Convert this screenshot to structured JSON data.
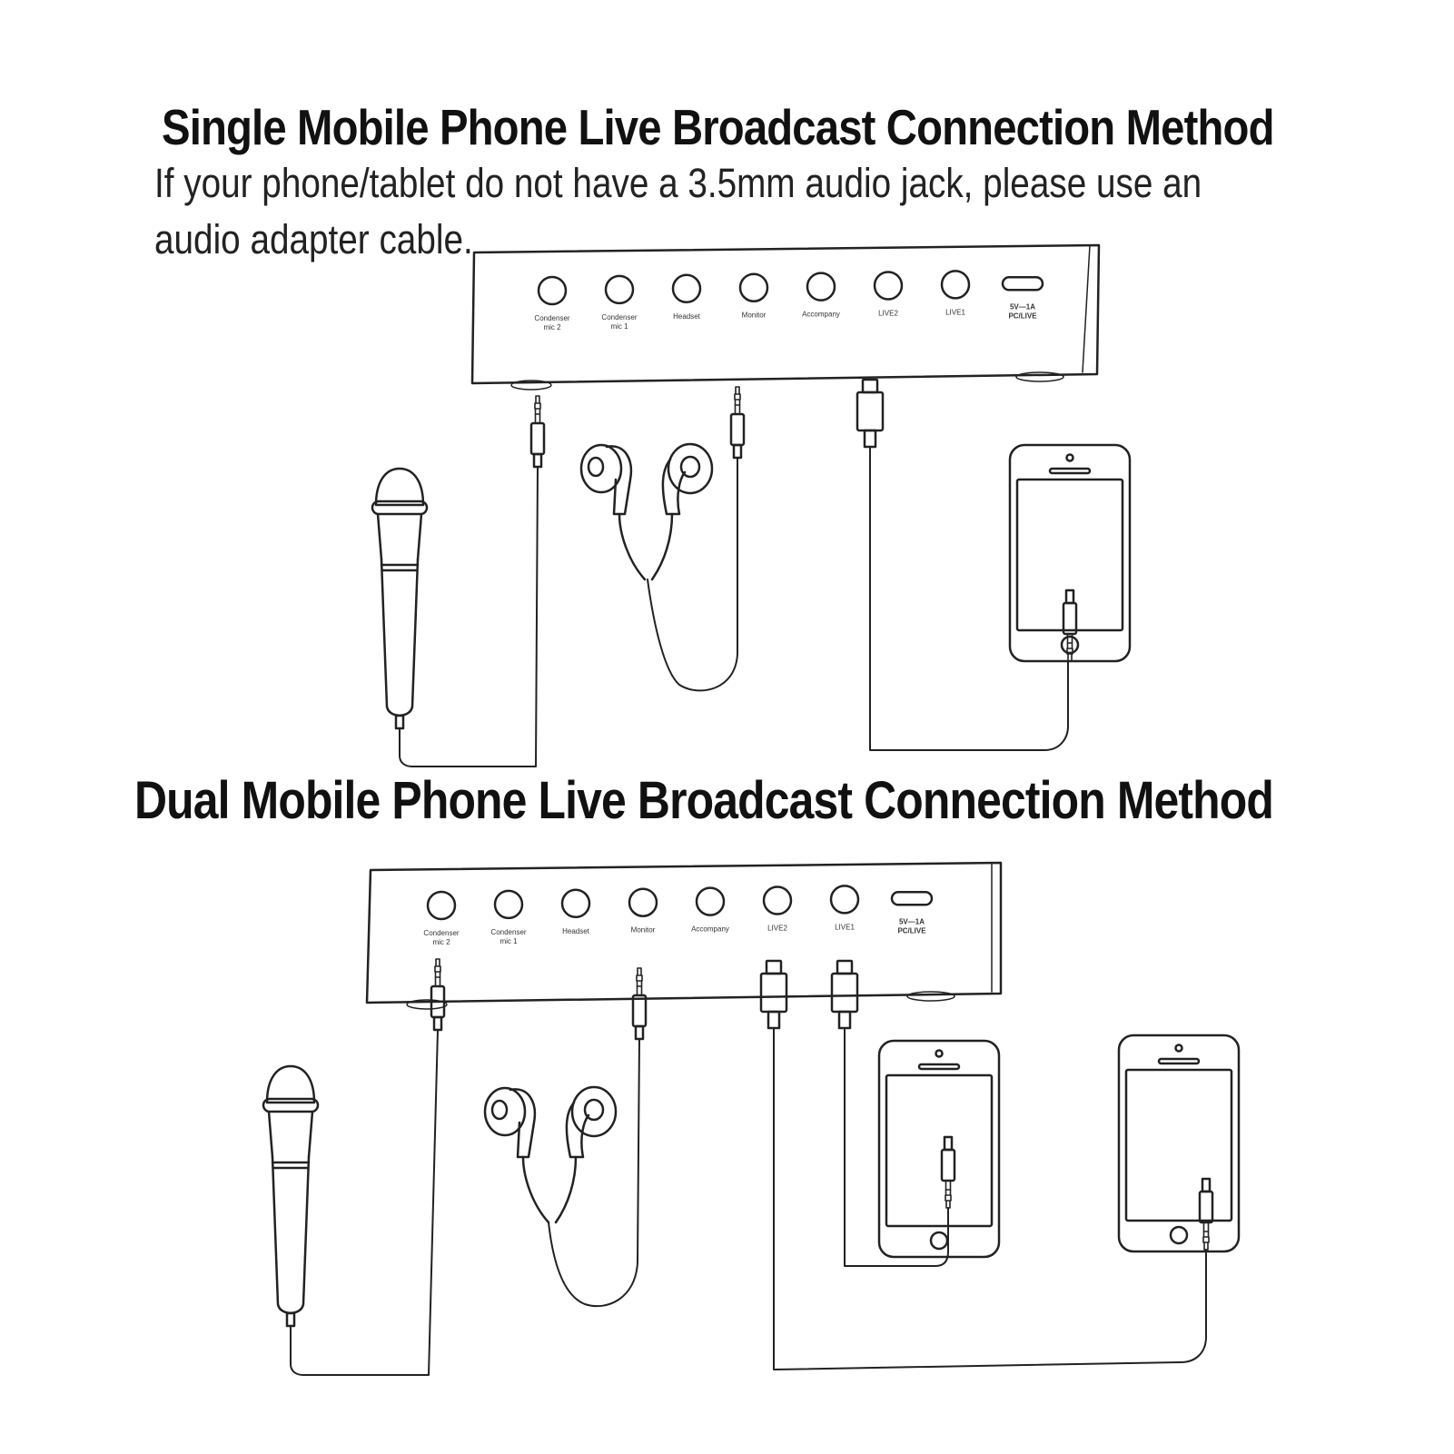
{
  "single": {
    "title": "Single Mobile Phone Live Broadcast Connection Method",
    "note_line1": "If your phone/tablet do not have a 3.5mm audio jack, please use an",
    "note_line2": "audio adapter cable."
  },
  "dual": {
    "title": "Dual Mobile Phone Live Broadcast Connection Method"
  },
  "device": {
    "ports": [
      {
        "name": "condenser-mic-2",
        "label1": "Condenser",
        "label2": "mic 2"
      },
      {
        "name": "condenser-mic-1",
        "label1": "Condenser",
        "label2": "mic 1"
      },
      {
        "name": "headset",
        "label1": "Headset",
        "label2": ""
      },
      {
        "name": "monitor",
        "label1": "Monitor",
        "label2": ""
      },
      {
        "name": "accompany",
        "label1": "Accompany",
        "label2": ""
      },
      {
        "name": "live2",
        "label1": "LIVE2",
        "label2": ""
      },
      {
        "name": "live1",
        "label1": "LIVE1",
        "label2": ""
      }
    ],
    "usb_label1": "5V—1A",
    "usb_label2": "PC/LIVE"
  }
}
